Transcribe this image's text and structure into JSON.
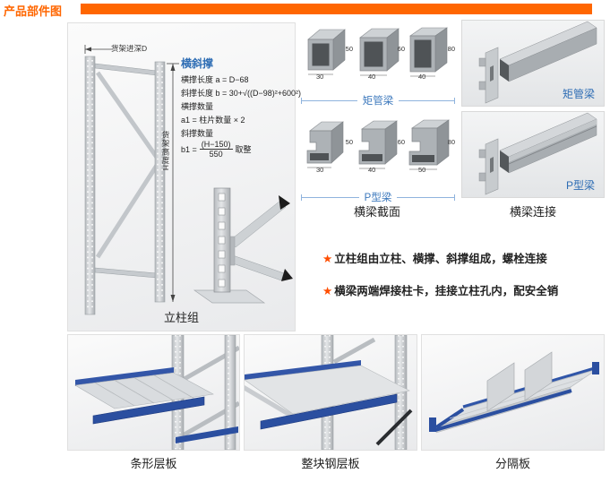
{
  "page": {
    "title": "产品部件图"
  },
  "left_panel": {
    "dim_depth": "货架进深D",
    "dim_height": "货架高度H",
    "bracing_title": "横斜撑",
    "formulas": {
      "line1": "横撑长度 a = D−68",
      "line2": "斜撑长度 b = 30+√((D−98)²+600²)",
      "line3": "横撑数量",
      "line4": "a1 = 柱片数量 × 2",
      "line5": "斜撑数量",
      "b1_prefix": "b1 =",
      "b1_numerator": "(H−150)",
      "b1_denominator": "550",
      "b1_suffix": "取整"
    },
    "caption": "立柱组"
  },
  "cross_sections": {
    "caption": "横梁截面",
    "rect_tube": {
      "label": "矩管梁",
      "items": [
        {
          "h": "50",
          "w": "30"
        },
        {
          "h": "60",
          "w": "40"
        },
        {
          "h": "80",
          "w": "40"
        }
      ]
    },
    "p_beam": {
      "label": "P型梁",
      "items": [
        {
          "h": "50",
          "w": "30"
        },
        {
          "h": "60",
          "w": "40"
        },
        {
          "h": "80",
          "w": "50"
        }
      ]
    }
  },
  "connections": {
    "caption": "横梁连接",
    "rect_tube_label": "矩管梁",
    "p_beam_label": "P型梁"
  },
  "notes": {
    "star": "★",
    "note1": "立柱组由立柱、横撑、斜撑组成，螺栓连接",
    "note2": "横梁两端焊接柱卡，挂接立柱孔内，配安全销"
  },
  "bottom_panels": {
    "panel1_caption": "条形层板",
    "panel2_caption": "整块钢层板",
    "panel3_caption": "分隔板"
  },
  "colors": {
    "accent_orange": "#ff6600",
    "label_blue": "#2e6db4",
    "beam_blue": "#2b4fa0"
  }
}
